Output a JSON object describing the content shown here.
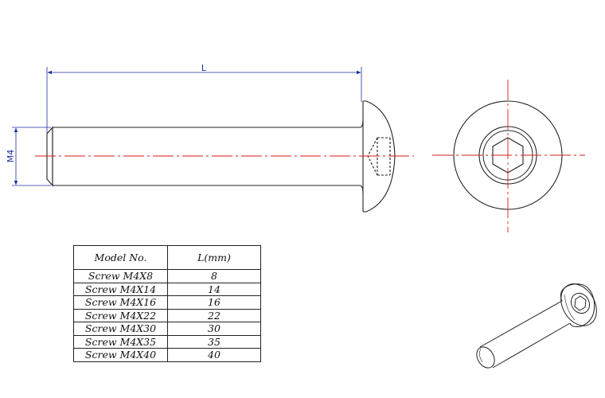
{
  "dimensions": {
    "length_label": "L",
    "diameter_label": "M4"
  },
  "table": {
    "headers": [
      "Model No.",
      "L(mm)"
    ],
    "rows": [
      [
        "Screw M4X8",
        "8"
      ],
      [
        "Screw M4X14",
        "14"
      ],
      [
        "Screw M4X16",
        "16"
      ],
      [
        "Screw M4X22",
        "22"
      ],
      [
        "Screw M4X30",
        "30"
      ],
      [
        "Screw M4X35",
        "35"
      ],
      [
        "Screw M4X40",
        "40"
      ]
    ]
  },
  "colors": {
    "outline": "#222222",
    "dimension": "#1b2fa0",
    "centerline": "#d81e1e"
  }
}
